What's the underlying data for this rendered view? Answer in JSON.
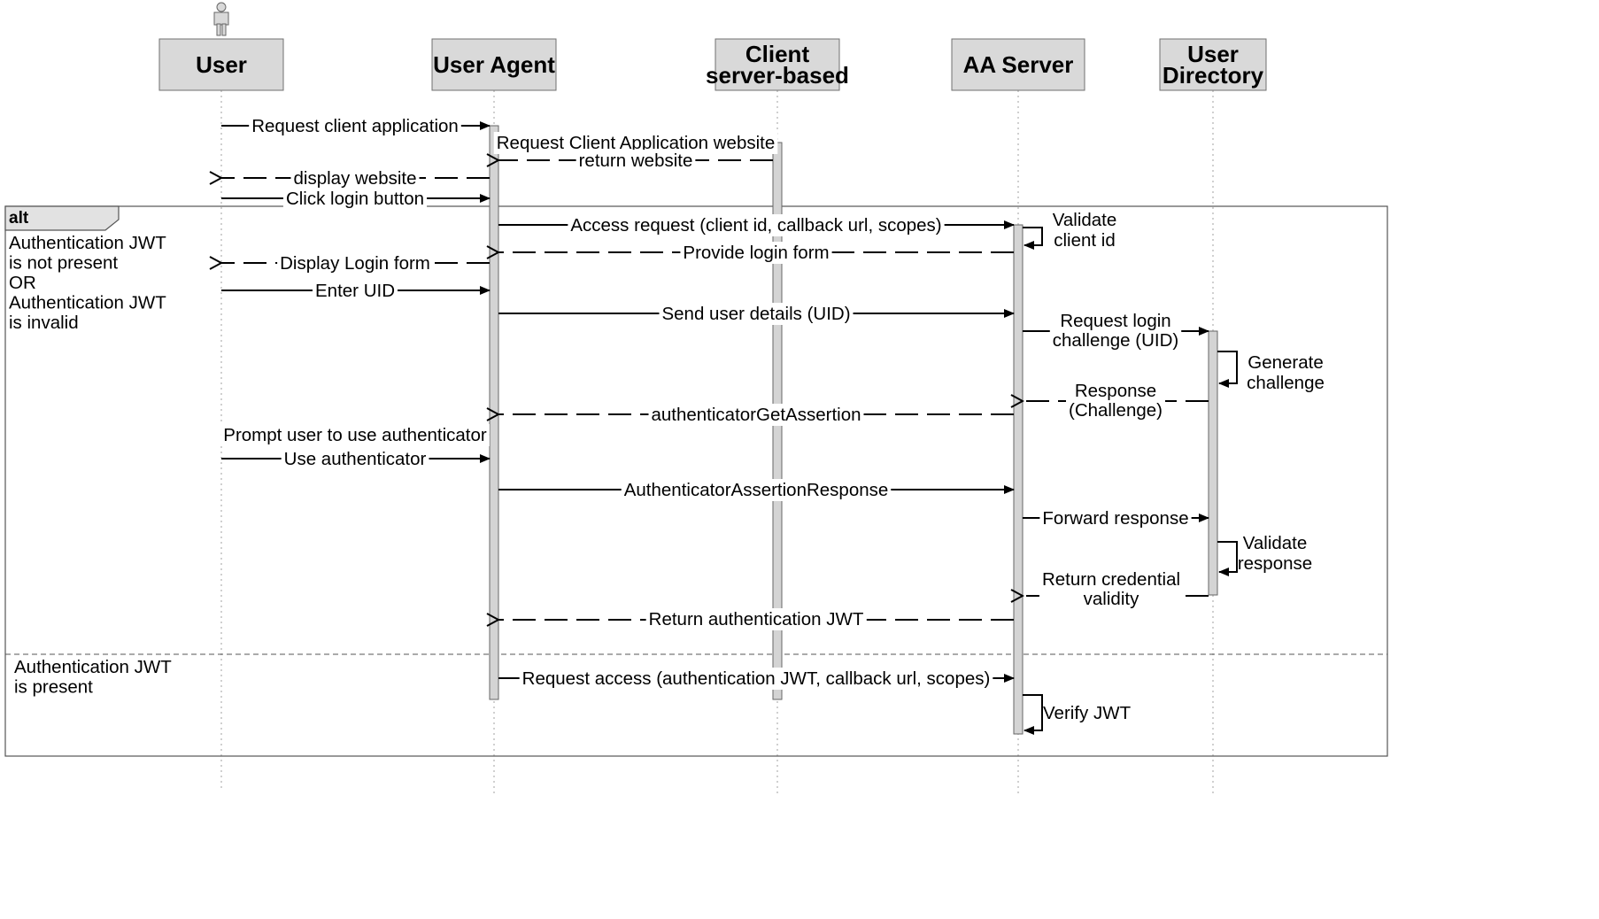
{
  "participants": [
    {
      "id": "user",
      "lines": [
        "User"
      ],
      "actor_icon": true
    },
    {
      "id": "agent",
      "lines": [
        "User Agent"
      ]
    },
    {
      "id": "client",
      "lines": [
        "Client",
        "server-based"
      ]
    },
    {
      "id": "aa",
      "lines": [
        "AA Server"
      ]
    },
    {
      "id": "dir",
      "lines": [
        "User",
        "Directory"
      ]
    }
  ],
  "messages": [
    {
      "from": "user",
      "to": "agent",
      "label": "Request client application",
      "dashed": false
    },
    {
      "from": "agent",
      "to": "client",
      "label": "Request Client Application website",
      "dashed": false
    },
    {
      "from": "client",
      "to": "agent",
      "label": "return website",
      "dashed": true
    },
    {
      "from": "agent",
      "to": "user",
      "label": "display website",
      "dashed": true
    },
    {
      "from": "user",
      "to": "agent",
      "label": "Click login button",
      "dashed": false
    },
    {
      "from": "agent",
      "to": "aa",
      "label": "Access request (client id, callback url, scopes)",
      "dashed": false
    },
    {
      "from": "aa",
      "to": "aa",
      "self": true,
      "label": "Validate\nclient id"
    },
    {
      "from": "aa",
      "to": "agent",
      "label": "Provide login form",
      "dashed": true
    },
    {
      "from": "agent",
      "to": "user",
      "label": "Display Login form",
      "dashed": true
    },
    {
      "from": "user",
      "to": "agent",
      "label": "Enter UID",
      "dashed": false
    },
    {
      "from": "agent",
      "to": "aa",
      "label": "Send user details (UID)",
      "dashed": false
    },
    {
      "from": "aa",
      "to": "dir",
      "label": "Request login\nchallenge (UID)",
      "dashed": false
    },
    {
      "from": "dir",
      "to": "dir",
      "self": true,
      "label": "Generate\nchallenge"
    },
    {
      "from": "dir",
      "to": "aa",
      "label": "Response\n(Challenge)",
      "dashed": true
    },
    {
      "from": "aa",
      "to": "agent",
      "label": "authenticatorGetAssertion",
      "dashed": true
    },
    {
      "from": "agent",
      "to": "user",
      "label": "Prompt user to use authenticator",
      "dashed": false
    },
    {
      "from": "user",
      "to": "agent",
      "label": "Use authenticator",
      "dashed": false
    },
    {
      "from": "agent",
      "to": "aa",
      "label": "AuthenticatorAssertionResponse",
      "dashed": false
    },
    {
      "from": "aa",
      "to": "dir",
      "label": "Forward response",
      "dashed": false
    },
    {
      "from": "dir",
      "to": "dir",
      "self": true,
      "label": "Validate\nresponse"
    },
    {
      "from": "dir",
      "to": "aa",
      "label": "Return credential\nvalidity",
      "dashed": true
    },
    {
      "from": "aa",
      "to": "agent",
      "label": "Return authentication JWT",
      "dashed": true
    },
    {
      "from": "agent",
      "to": "aa",
      "label": "Request access (authentication JWT, callback url, scopes)",
      "dashed": false
    },
    {
      "from": "aa",
      "to": "aa",
      "self": true,
      "label": "Verify JWT"
    }
  ],
  "alt_fragment": {
    "tag": "alt",
    "conditions": [
      "Authentication JWT\nis not present\nOR\nAuthentication JWT\nis invalid",
      "Authentication JWT\nis present"
    ]
  }
}
